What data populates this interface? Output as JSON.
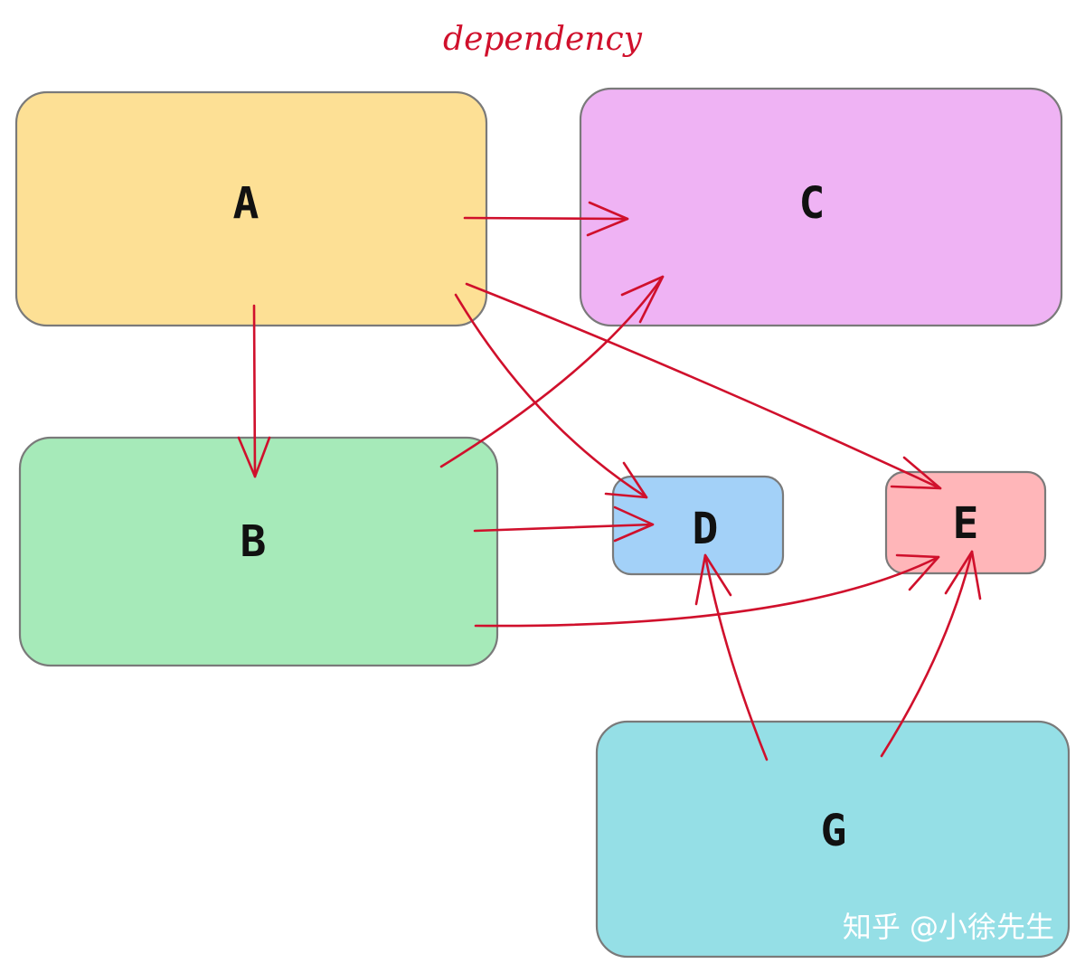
{
  "title": "dependency",
  "watermark": "知乎 @小徐先生",
  "colors": {
    "edge": "#d0102c",
    "title": "#d0102c",
    "outline": "#7a7a7a",
    "box_A": "#fde095",
    "box_B": "#a6eab9",
    "box_C": "#efb3f4",
    "box_D": "#a3d1f8",
    "box_E": "#ffb6b9",
    "box_G": "#95dfe6"
  },
  "nodes": [
    {
      "id": "A",
      "label": "A"
    },
    {
      "id": "B",
      "label": "B"
    },
    {
      "id": "C",
      "label": "C"
    },
    {
      "id": "D",
      "label": "D"
    },
    {
      "id": "E",
      "label": "E"
    },
    {
      "id": "G",
      "label": "G"
    }
  ],
  "edges": [
    {
      "from": "A",
      "to": "C"
    },
    {
      "from": "A",
      "to": "B"
    },
    {
      "from": "A",
      "to": "D"
    },
    {
      "from": "A",
      "to": "E"
    },
    {
      "from": "B",
      "to": "C"
    },
    {
      "from": "B",
      "to": "D"
    },
    {
      "from": "B",
      "to": "E"
    },
    {
      "from": "G",
      "to": "D"
    },
    {
      "from": "G",
      "to": "E"
    }
  ]
}
